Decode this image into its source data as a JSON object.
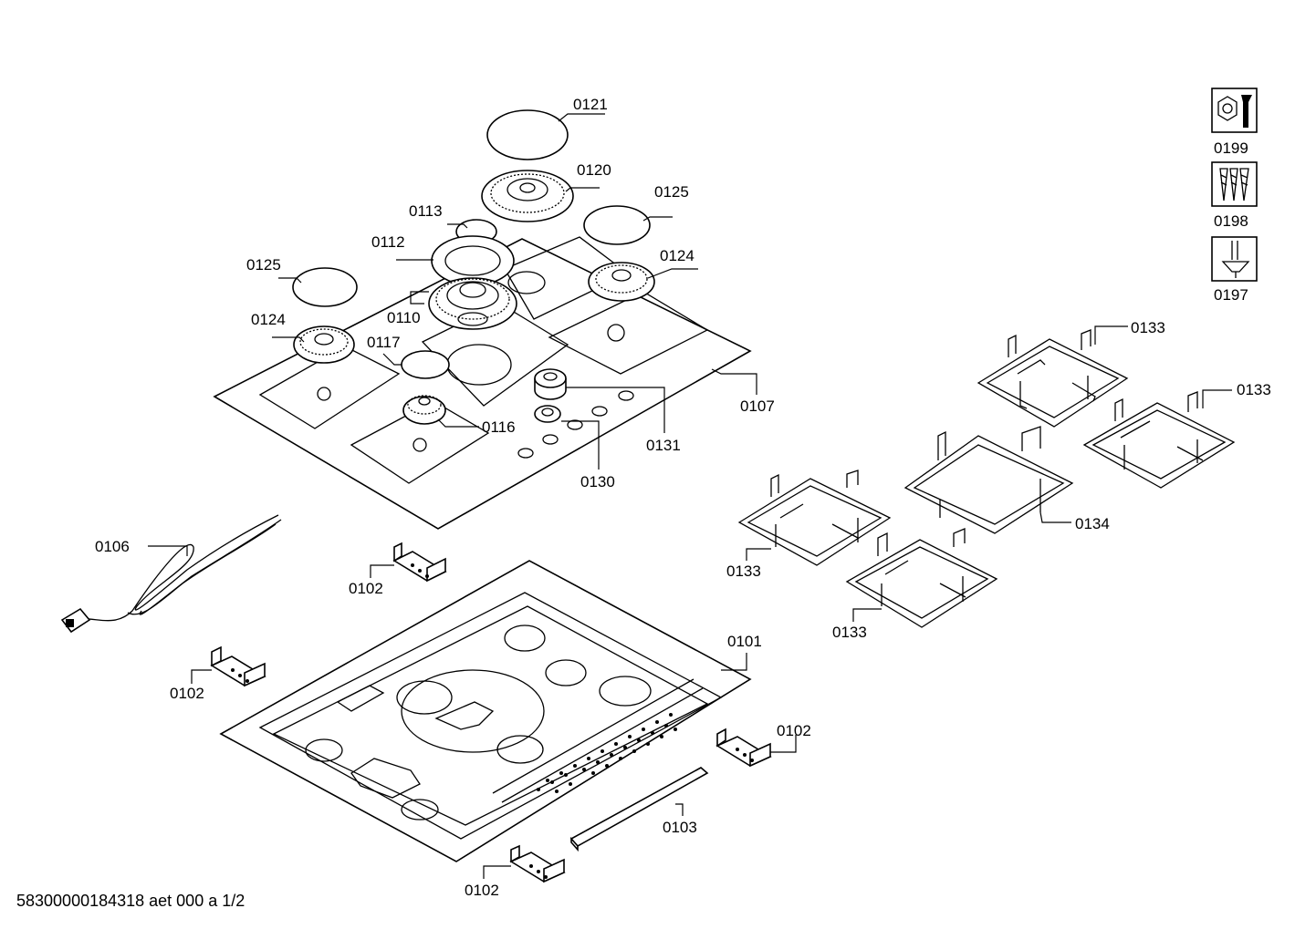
{
  "footer_text": "58300000184318 aet 000 a 1/2",
  "labels": {
    "l0121": "0121",
    "l0120": "0120",
    "l0125a": "0125",
    "l0113": "0113",
    "l0112": "0112",
    "l0124a": "0124",
    "l0125b": "0125",
    "l0110": "0110",
    "l0124b": "0124",
    "l0117": "0117",
    "l0107": "0107",
    "l0116": "0116",
    "l0131": "0131",
    "l0130": "0130",
    "l0199": "0199",
    "l0198": "0198",
    "l0197": "0197",
    "l0133a": "0133",
    "l0133b": "0133",
    "l0134": "0134",
    "l0133c": "0133",
    "l0133d": "0133",
    "l0106": "0106",
    "l0102a": "0102",
    "l0101": "0101",
    "l0102b": "0102",
    "l0102c": "0102",
    "l0103": "0103",
    "l0102d": "0102"
  }
}
